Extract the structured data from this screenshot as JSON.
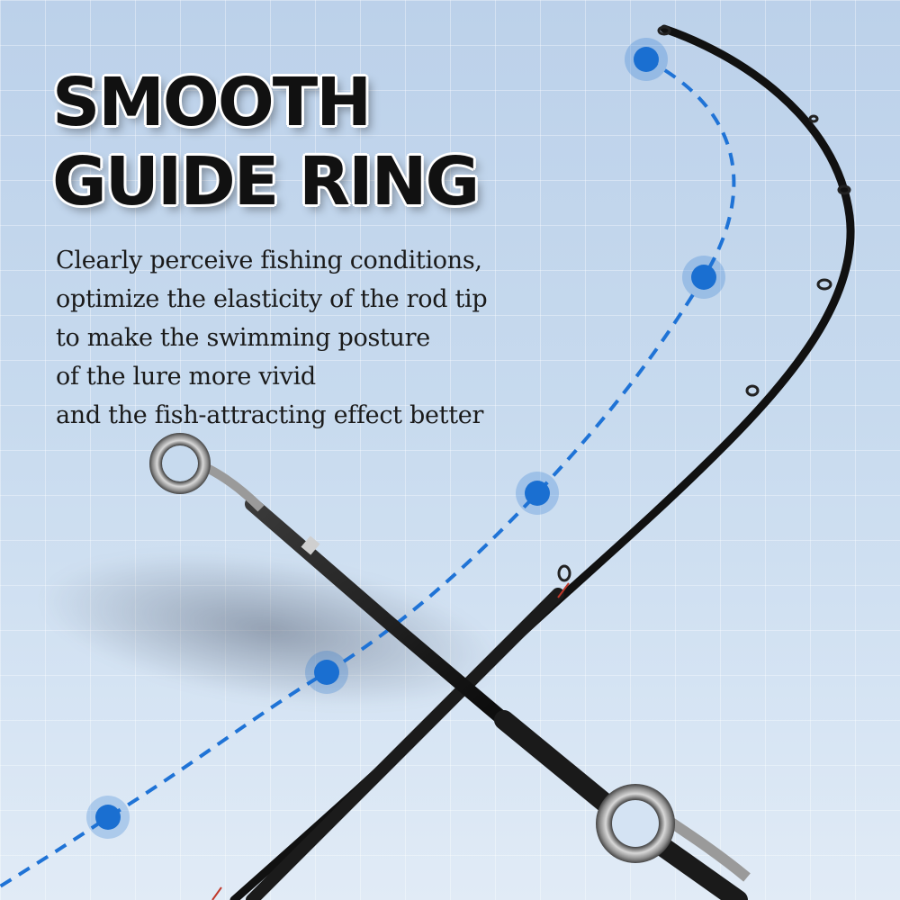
{
  "headline": {
    "line1": "SMOOTH",
    "line2": "GUIDE RING"
  },
  "description": {
    "lines": [
      "Clearly perceive fishing conditions,",
      "optimize the elasticity of the rod tip",
      "to make the swimming posture",
      "of the lure more vivid",
      "and the fish-attracting effect better"
    ]
  },
  "colors": {
    "background": "#c7daee",
    "accent_blue": "#1a6fd1",
    "dashed_line": "#1f73d6",
    "rod": "#141414",
    "headline_text": "#111111"
  },
  "icons": [
    "guide-ring-icon",
    "marker-dot-icon"
  ]
}
